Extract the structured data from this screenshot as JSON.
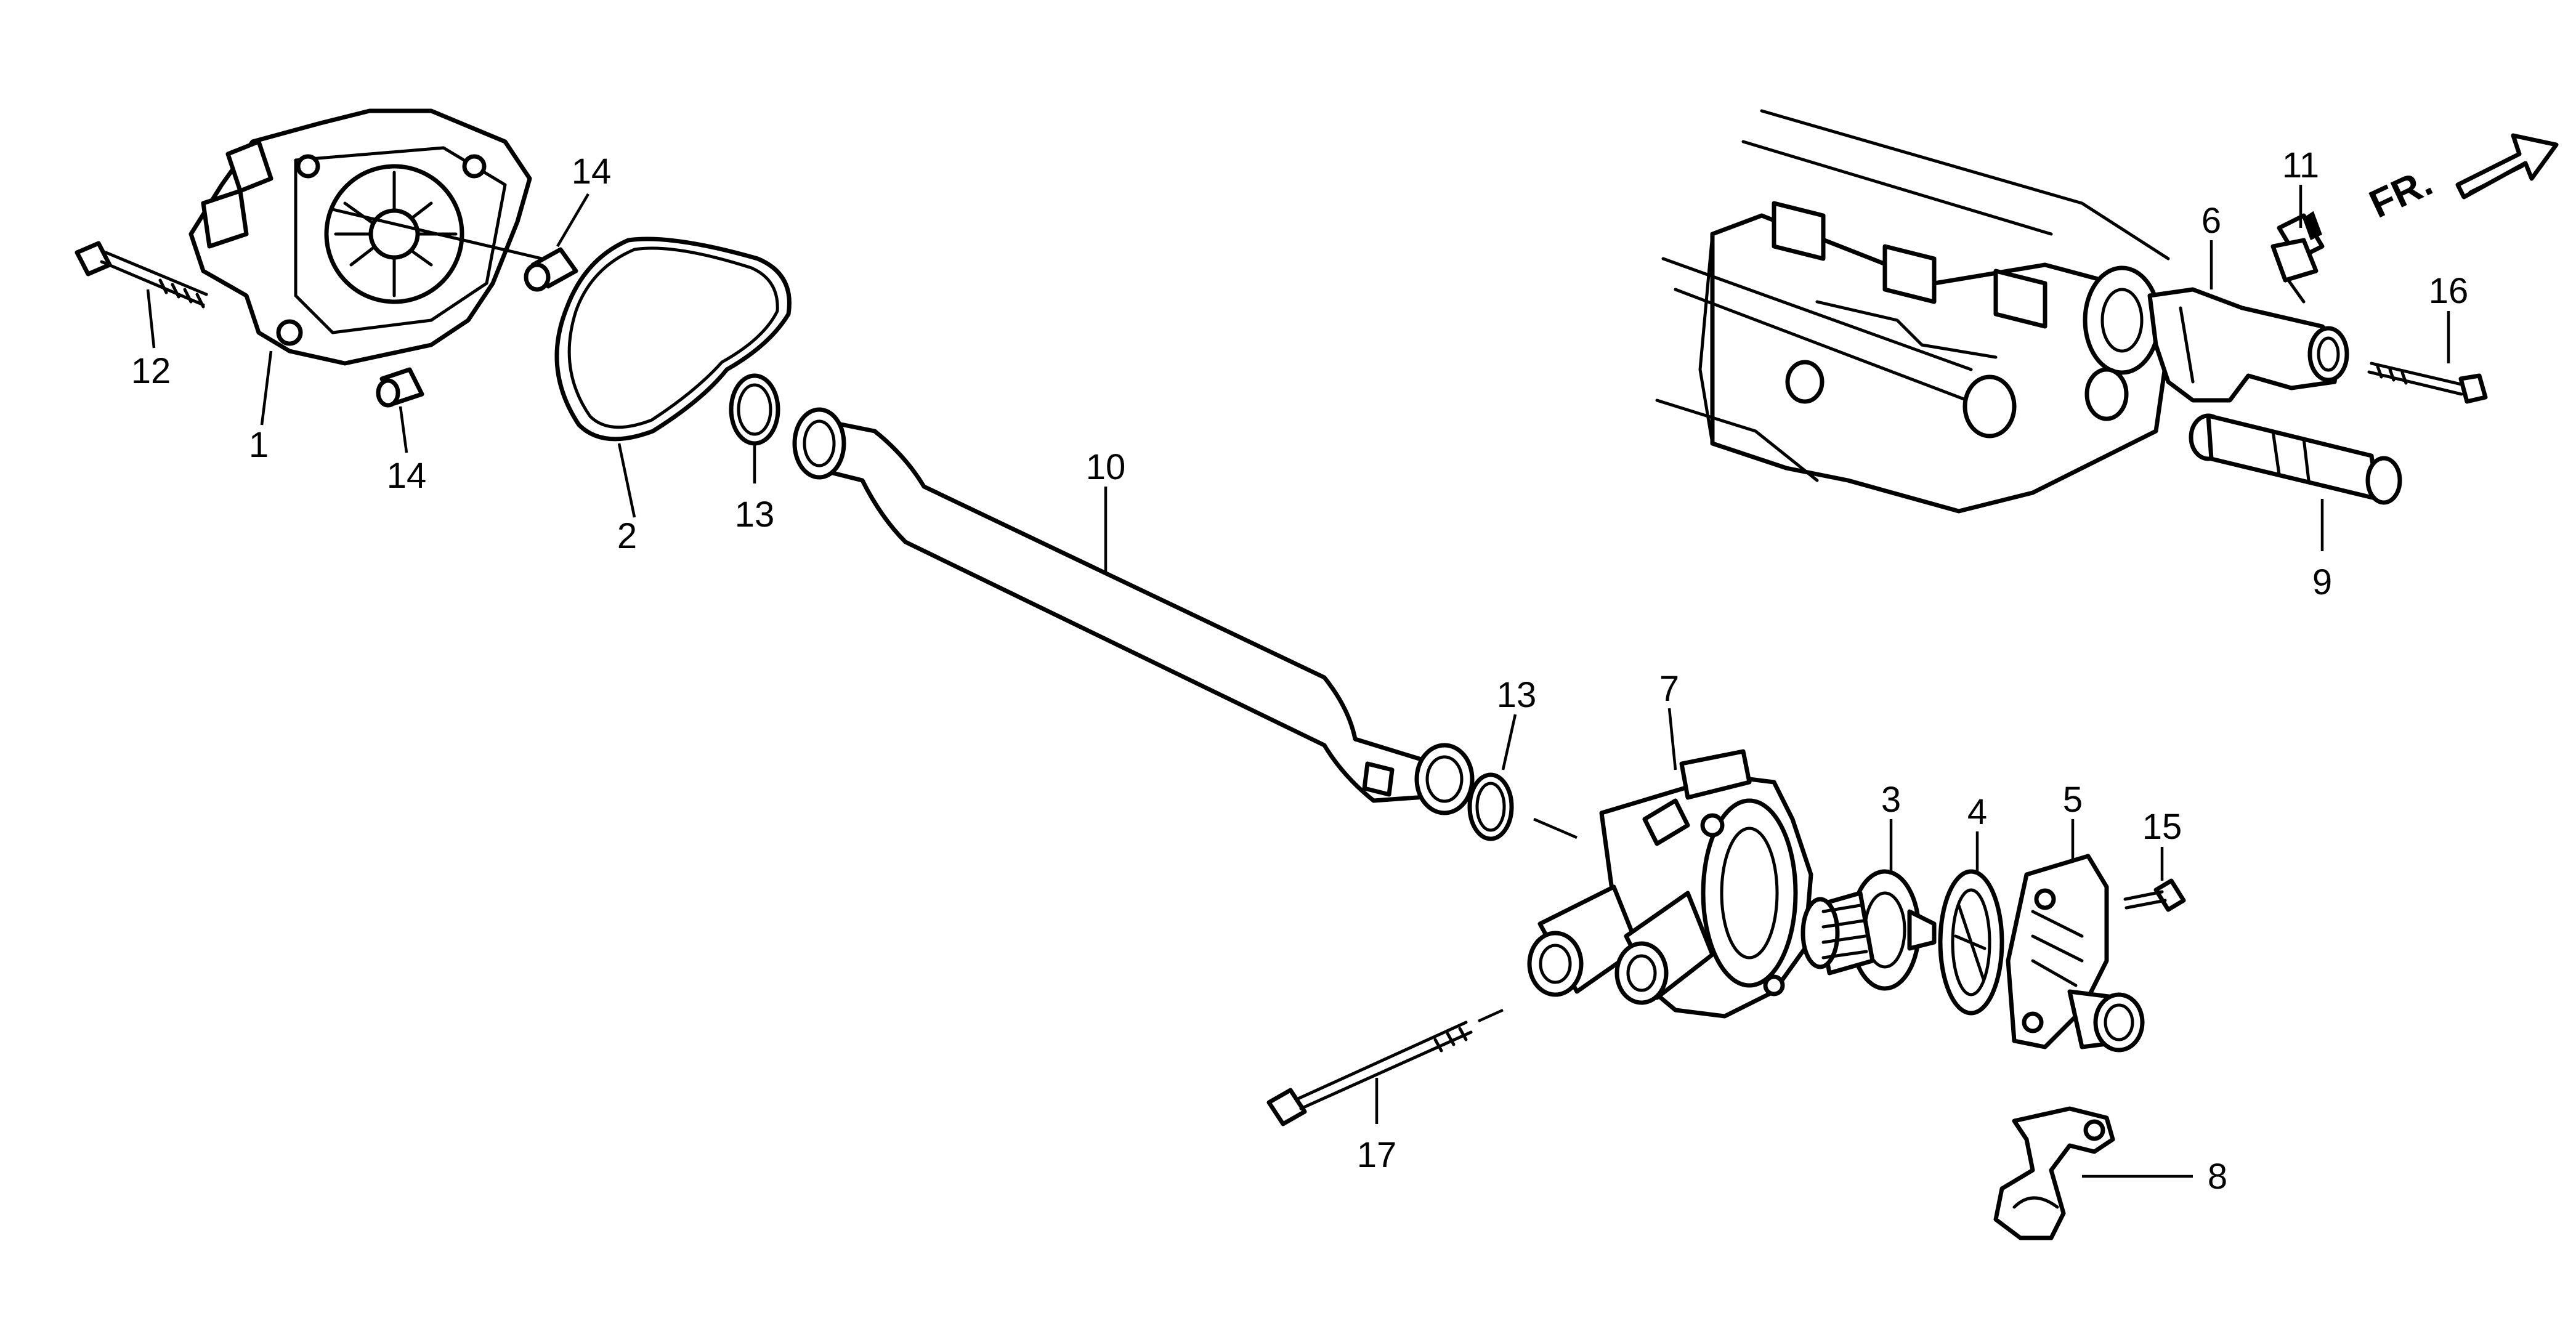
{
  "diagram": {
    "direction_marker": {
      "text": "FR.",
      "icon": "front-arrow-icon"
    },
    "callouts": [
      {
        "id": "c1",
        "text": "1"
      },
      {
        "id": "c2",
        "text": "2"
      },
      {
        "id": "c3",
        "text": "3"
      },
      {
        "id": "c4",
        "text": "4"
      },
      {
        "id": "c5",
        "text": "5"
      },
      {
        "id": "c6",
        "text": "6"
      },
      {
        "id": "c7",
        "text": "7"
      },
      {
        "id": "c8",
        "text": "8"
      },
      {
        "id": "c9",
        "text": "9"
      },
      {
        "id": "c10",
        "text": "10"
      },
      {
        "id": "c11",
        "text": "11"
      },
      {
        "id": "c12",
        "text": "12"
      },
      {
        "id": "c13a",
        "text": "13"
      },
      {
        "id": "c13b",
        "text": "13"
      },
      {
        "id": "c14a",
        "text": "14"
      },
      {
        "id": "c14b",
        "text": "14"
      },
      {
        "id": "c15",
        "text": "15"
      },
      {
        "id": "c16",
        "text": "16"
      },
      {
        "id": "c17",
        "text": "17"
      }
    ],
    "colors": {
      "line": "#000000",
      "background": "#ffffff"
    }
  }
}
